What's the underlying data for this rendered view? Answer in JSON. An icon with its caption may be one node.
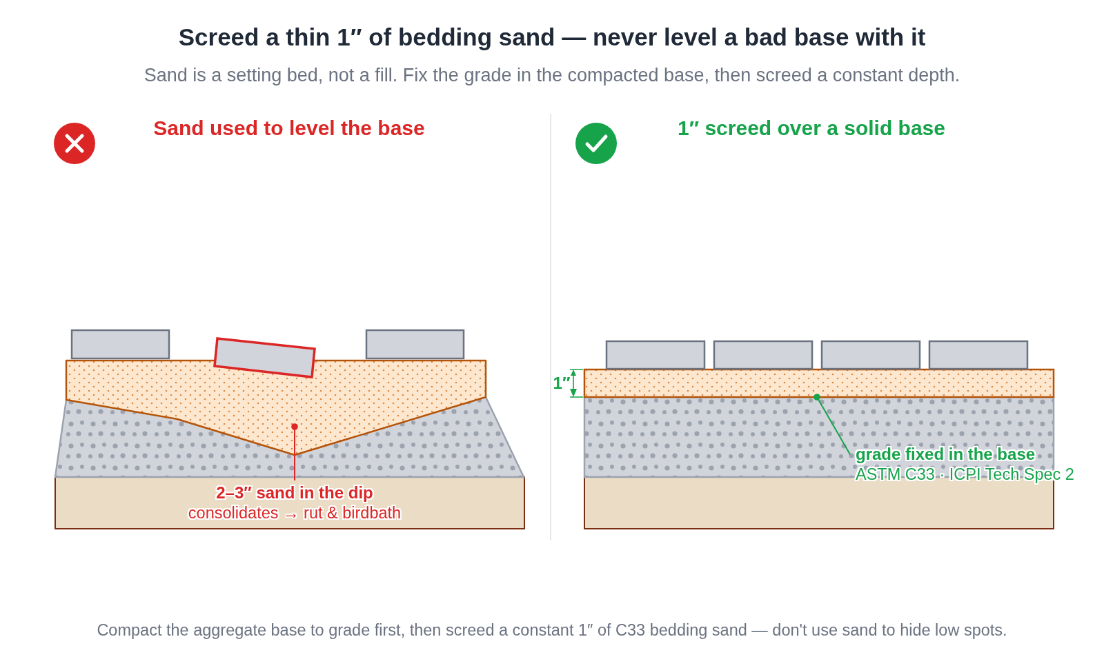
{
  "diagram": {
    "title": "Screed a thin 1″ of bedding sand — never level a bad base with it",
    "caption": "Compact the aggregate base to grade first, then screed a constant 1″ of C33 bedding sand — don't use sand to hide low spots.",
    "nodes": [
      {
        "text": [
          "2–3″ sand in the dip",
          "consolidates → rut & birdbath"
        ]
      },
      {
        "text": [
          "grade fixed in the base",
          "ASTM C33 · ICPI Tech Spec 2"
        ]
      }
    ],
    "edges": [
      {
        "from": 0,
        "to": null,
        "arrow": "other",
        "color": "#dc2626"
      },
      {
        "from": 1,
        "to": null,
        "arrow": "other",
        "color": "#16a34a"
      }
    ],
    "labels": [
      "Sand is a setting bed, not a fill. Fix the grade in the compacted base, then screed a constant depth.",
      "Sand used to level the base",
      "1″ screed over a solid base",
      "1″"
    ]
  }
}
